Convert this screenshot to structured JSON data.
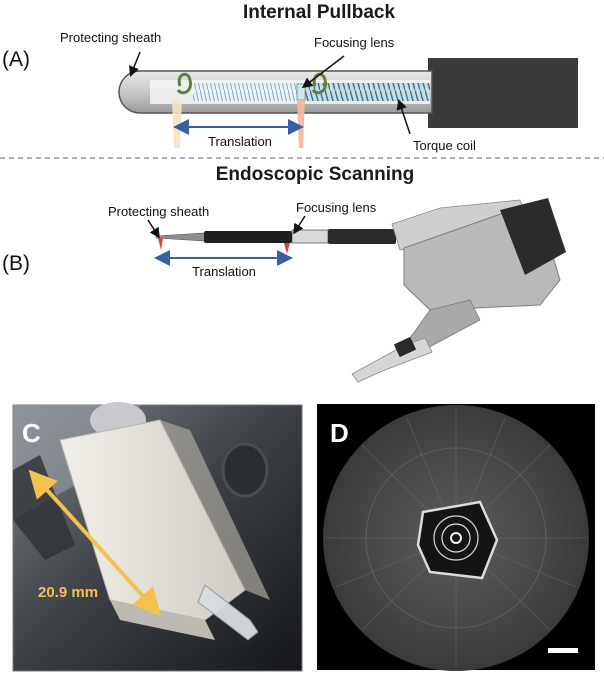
{
  "panel_a": {
    "title": "Internal Pullback",
    "panel_label": "(A)",
    "labels": {
      "protecting_sheath": "Protecting sheath",
      "focusing_lens": "Focusing lens",
      "translation": "Translation",
      "torque_coil": "Torque coil"
    }
  },
  "panel_b": {
    "title": "Endoscopic Scanning",
    "panel_label": "(B)",
    "labels": {
      "protecting_sheath": "Protecting sheath",
      "focusing_lens": "Focusing lens",
      "translation": "Translation"
    }
  },
  "panel_c": {
    "panel_label": "C",
    "measurement": "20.9 mm"
  },
  "panel_d": {
    "panel_label": "D"
  },
  "colors": {
    "translation_arrow": "#3a5fa0",
    "rotation_arrow": "#5f7f3c",
    "measurement": "#f2c14e",
    "housing": "#3a3a3a",
    "divider": "#9a9a9a"
  }
}
